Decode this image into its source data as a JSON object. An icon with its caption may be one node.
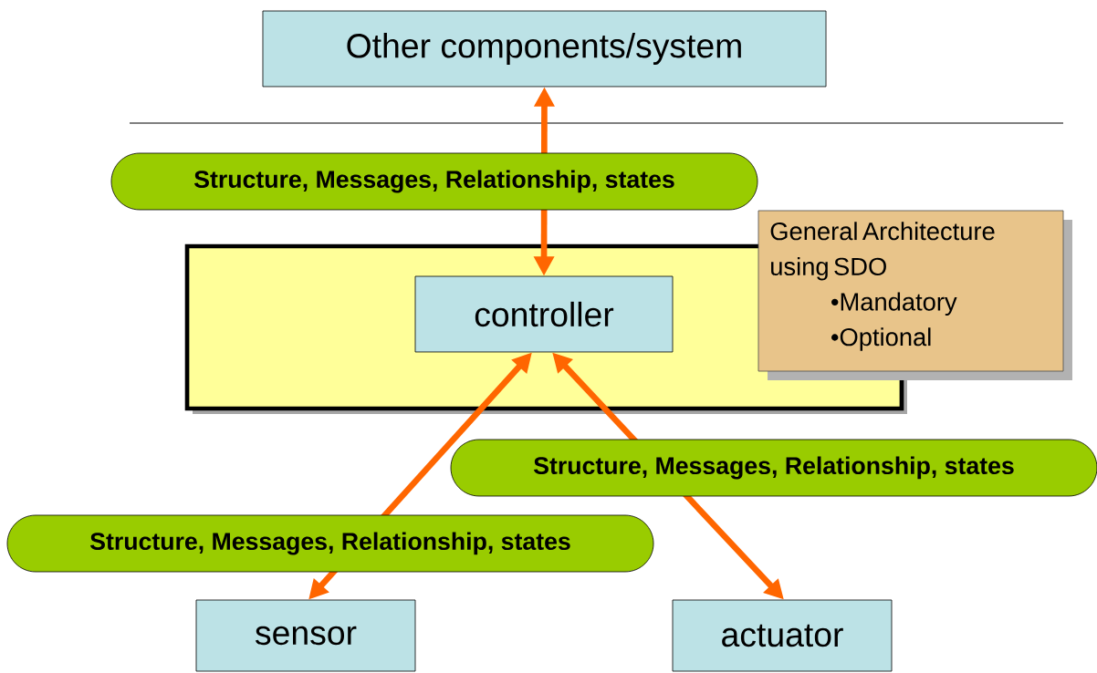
{
  "diagram": {
    "nodes": [
      {
        "text": [
          "Other components/system"
        ]
      },
      {
        "text": [],
        "shape": "box"
      },
      {
        "text": [
          "controller"
        ],
        "in": 1
      },
      {
        "text": [
          "sensor"
        ]
      },
      {
        "text": [
          "actuator"
        ]
      },
      {
        "text": [
          "General Architecture using SDO",
          "•Mandatory",
          "•Optional"
        ]
      }
    ],
    "edges": [
      {
        "from": 2,
        "to": 0,
        "arrow": "both",
        "label": "Structure, Messages, Relationship, states"
      },
      {
        "from": 2,
        "to": 3,
        "arrow": "both",
        "label": "Structure, Messages, Relationship, states"
      },
      {
        "from": 2,
        "to": 4,
        "arrow": "both",
        "label": "Structure, Messages, Relationship, states"
      }
    ]
  }
}
